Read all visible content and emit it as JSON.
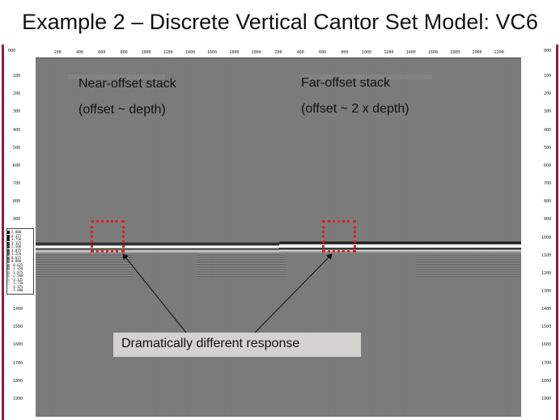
{
  "title": "Example 2 – Discrete Vertical Cantor Set Model: VC6",
  "labels": {
    "near_line1": "Near-offset stack",
    "near_line2": "(offset ~ depth)",
    "far_line1": "Far-offset stack",
    "far_line2": "(offset ~ 2 x depth)",
    "callout": "Dramatically different response"
  },
  "axes": {
    "top_corner": "000",
    "top_ticks": [
      "200",
      "400",
      "600",
      "800",
      "1000",
      "1200",
      "1400",
      "1600",
      "1800",
      "2000",
      "200",
      "400",
      "600",
      "800",
      "1000",
      "1200",
      "1400",
      "1600",
      "1800",
      "2000",
      "2200"
    ],
    "left_ticks": [
      "100",
      "200",
      "300",
      "400",
      "500",
      "600",
      "700",
      "800",
      "900",
      "1400",
      "1500",
      "1600",
      "1700",
      "1800",
      "1900"
    ],
    "right_ticks": [
      "100",
      "200",
      "300",
      "400",
      "500",
      "600",
      "700",
      "800",
      "900",
      "1000",
      "1100",
      "1200",
      "1300",
      "1400",
      "1500",
      "1600",
      "1700",
      "1800",
      "1900"
    ],
    "depth_values_left": [
      100,
      200,
      300,
      400,
      500,
      600,
      700,
      800,
      900,
      1400,
      1500,
      1600,
      1700,
      1800,
      1900
    ],
    "depth_values_right": [
      100,
      200,
      300,
      400,
      500,
      600,
      700,
      800,
      900,
      1000,
      1100,
      1200,
      1300,
      1400,
      1500,
      1600,
      1700,
      1800,
      1900
    ]
  },
  "colorbar": {
    "values": [
      "5.000",
      "4.375",
      "3.750",
      "3.125",
      "2.500",
      "1.875",
      "1.250",
      "0.625",
      "0.000",
      "-0.625",
      "-1.250",
      "-1.875",
      "-2.500",
      "-3.125",
      "-3.750",
      "-4.375",
      "-5.000"
    ]
  },
  "colors": {
    "accent_bar": "#8b1e3f",
    "highlight_box": "#e0201c",
    "callout_bg": "#d4d2cf",
    "section_bg": "#7a7a7a"
  }
}
